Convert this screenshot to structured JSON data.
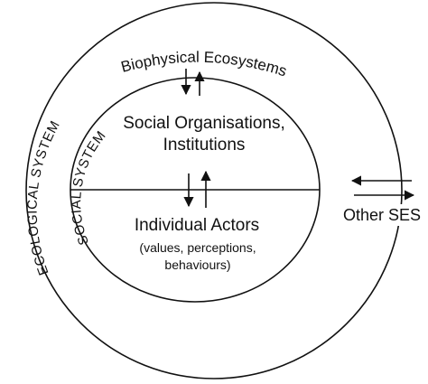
{
  "outer_label": "ECOLOGICAL SYSTEM",
  "inner_label": "SOCIAL SYSTEM",
  "top_label": "Biophysical Ecosystems",
  "upper_half": {
    "line1": "Social Organisations,",
    "line2": "Institutions"
  },
  "lower_half": {
    "title": "Individual Actors",
    "detail1": "(values, perceptions,",
    "detail2": "behaviours)"
  },
  "external_label": "Other SES",
  "colors": {
    "stroke": "#111111",
    "background": "#ffffff"
  }
}
